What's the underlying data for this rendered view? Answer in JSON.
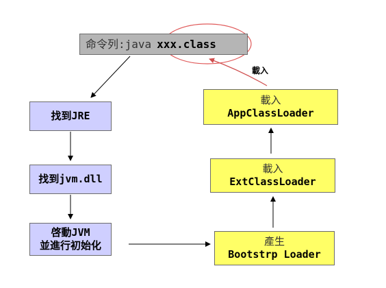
{
  "command": {
    "prefix": "命令列:java",
    "classname": "xxx.class"
  },
  "load_label": "載入",
  "left_column": {
    "find_jre": "找到JRE",
    "find_jvm": "找到jvm.dll",
    "start_jvm": "啓動JVM",
    "init": "並進行初始化"
  },
  "right_column": {
    "app": {
      "action": "載入",
      "name": "AppClassLoader"
    },
    "ext": {
      "action": "載入",
      "name": "ExtClassLoader"
    },
    "boot": {
      "action": "產生",
      "name": "Bootstrp Loader"
    }
  },
  "colors": {
    "command_bg": "#b5b5b5",
    "left_box_bg": "#cfcfff",
    "right_box_bg": "#ffff66",
    "highlight_ellipse": "#e05a5a",
    "arrow": "#000000"
  }
}
